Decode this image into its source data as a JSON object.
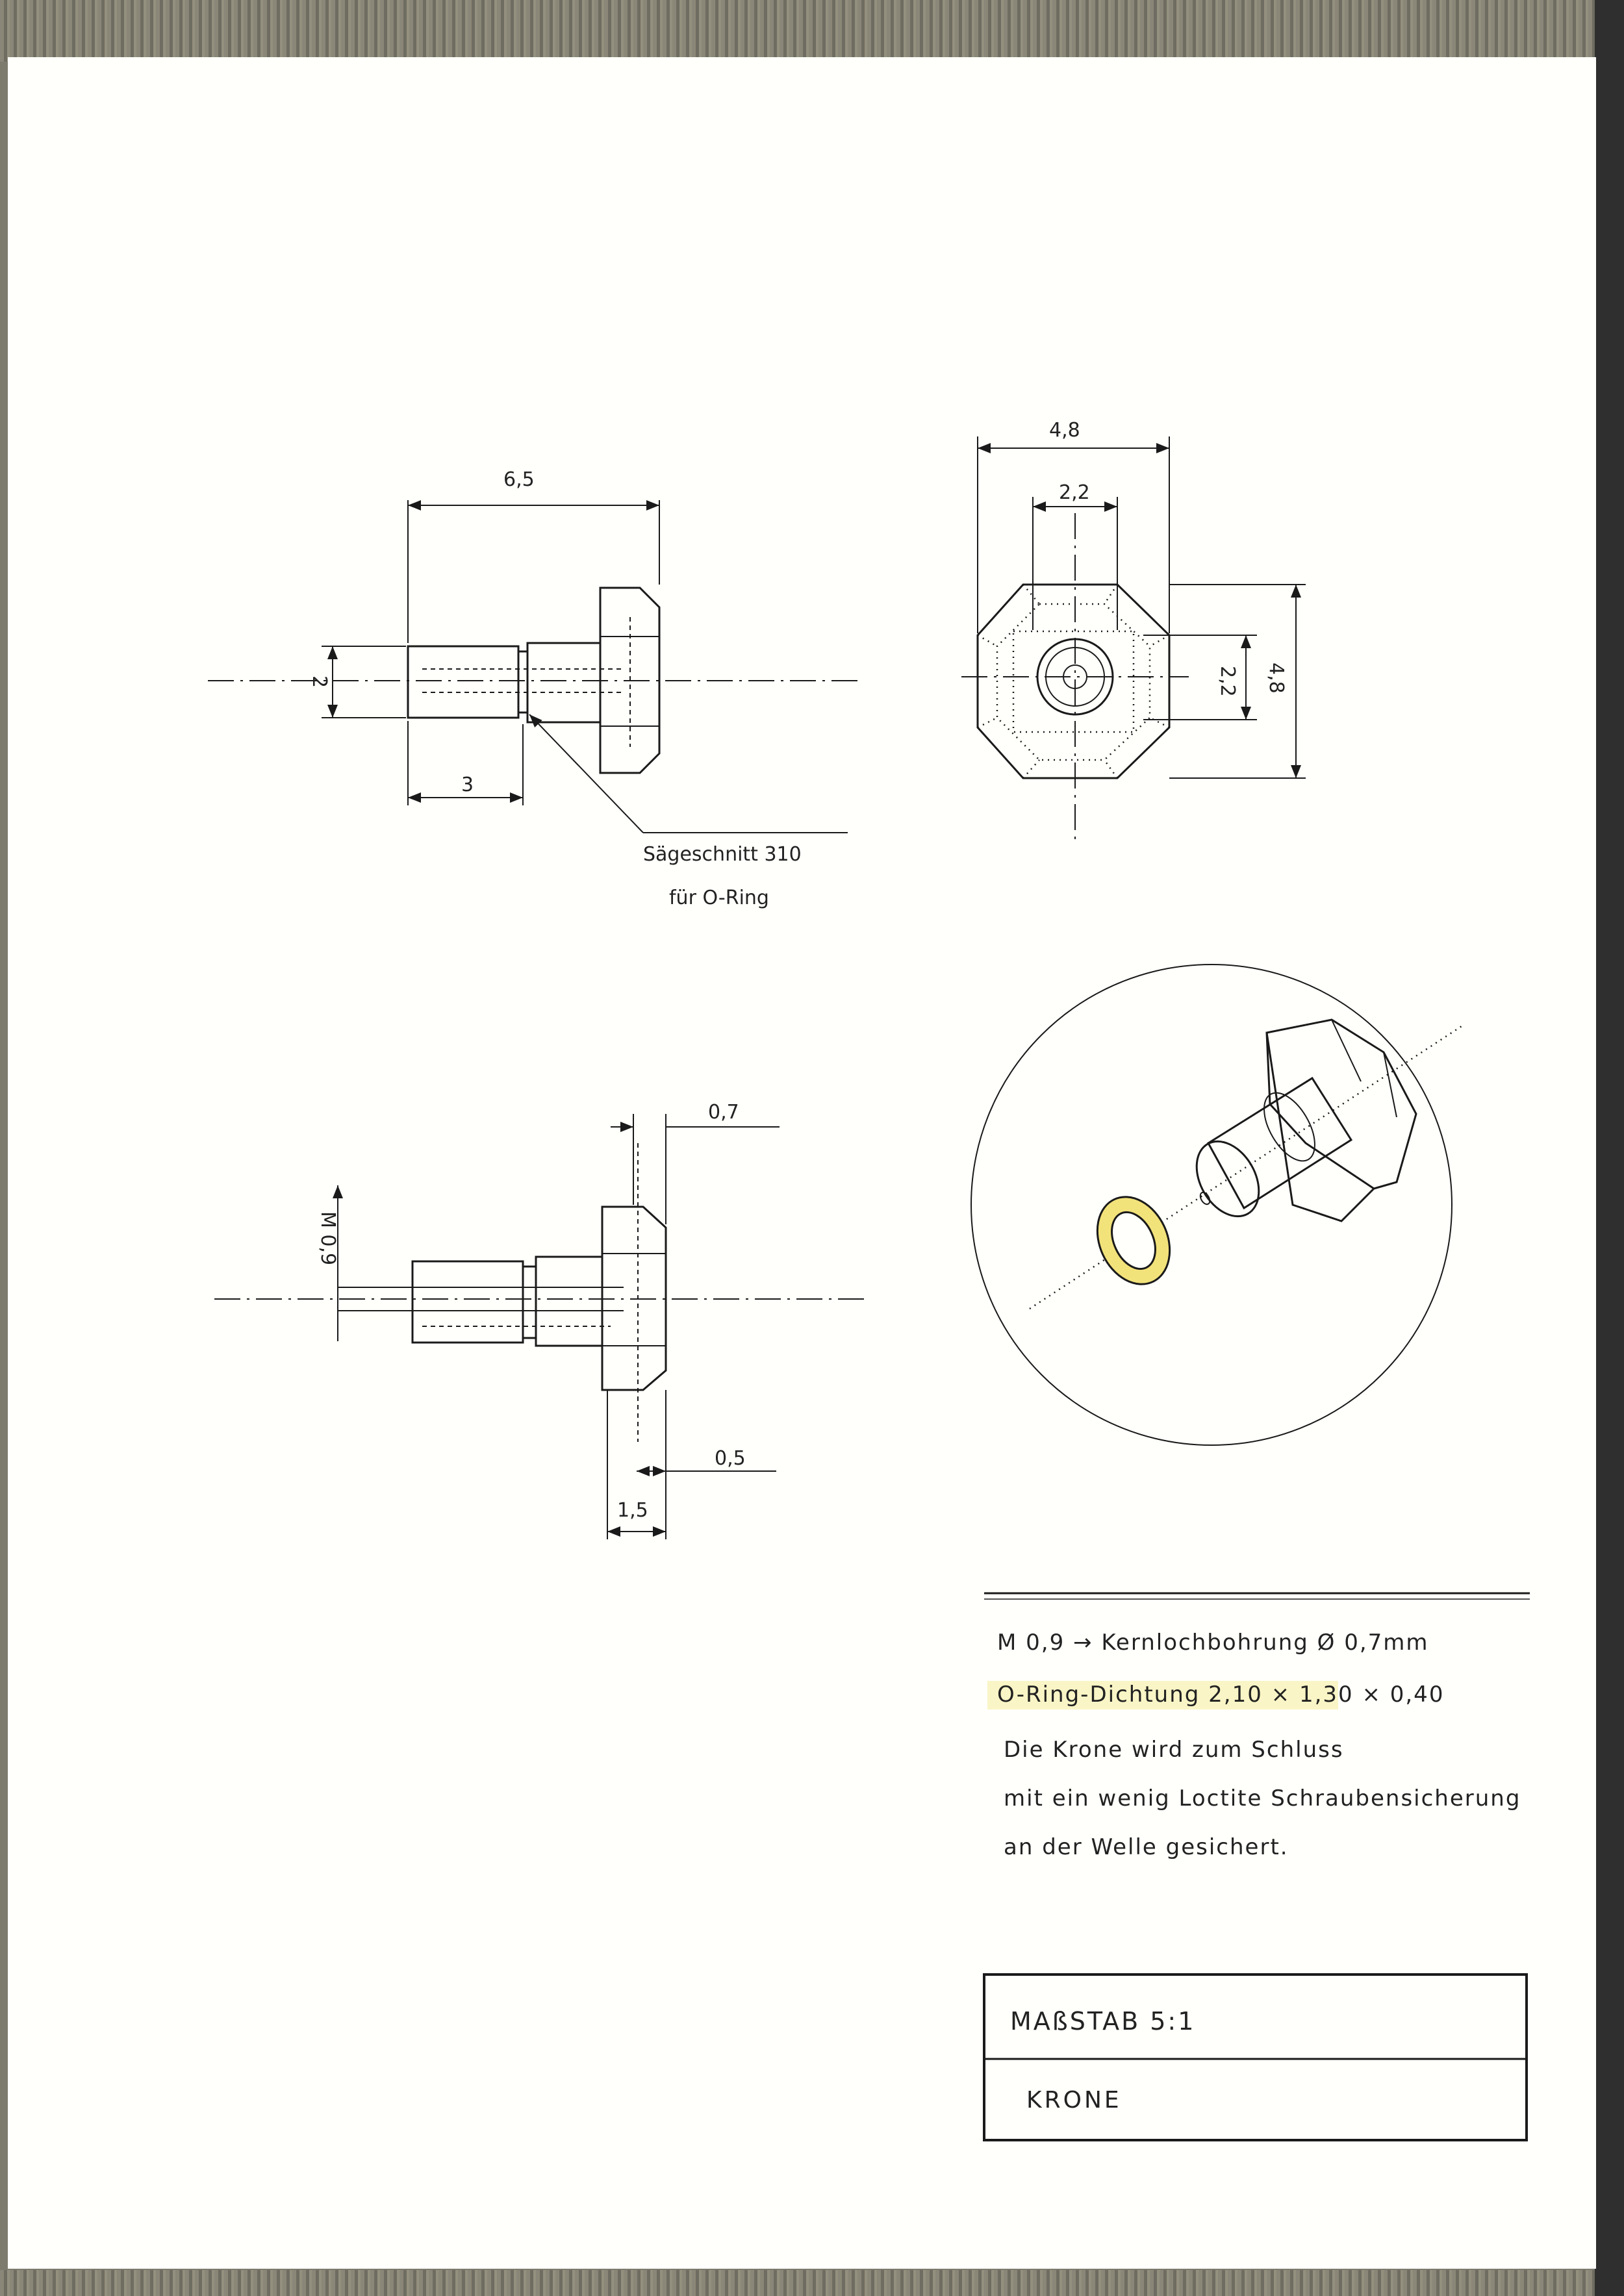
{
  "views": {
    "side": {
      "dim_length": "6,5",
      "dim_diameter": "2",
      "dim_shaft": "3",
      "callout_line1": "Sägeschnitt 310",
      "callout_line2": "für O-Ring"
    },
    "front": {
      "dim_width": "4,8",
      "dim_inner_width": "2,2",
      "dim_height": "4,8",
      "dim_inner_height": "2,2"
    },
    "section": {
      "dim_top": "0,7",
      "dim_thread": "M 0,9",
      "dim_bottom": "0,5",
      "dim_head": "1,5"
    }
  },
  "notes": [
    "M 0,9 → Kernlochbohrung Ø 0,7mm",
    "O-Ring-Dichtung 2,10 × 1,30 × 0,40",
    "Die Krone wird zum Schluss",
    "mit ein wenig Loctite Schraubensicherung",
    "an der Welle gesichert."
  ],
  "title_block": {
    "scale": "MAßSTAB 5:1",
    "part_name": "KRONE"
  },
  "colors": {
    "ink": "#1a1a1a",
    "oring_fill": "#f2e27a",
    "highlight": "#f5ec9a",
    "paper": "#fffffb"
  }
}
